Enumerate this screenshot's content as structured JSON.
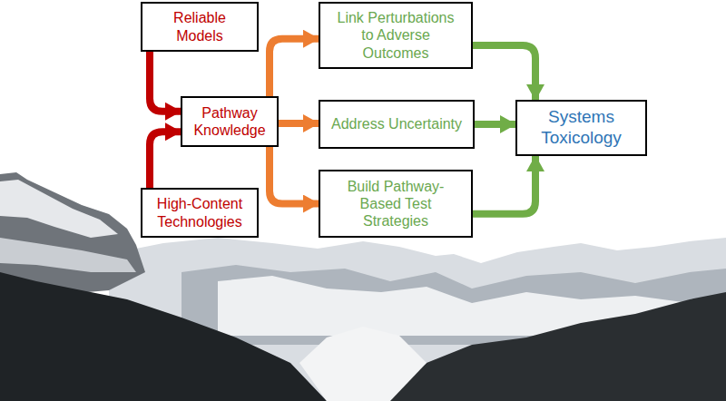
{
  "diagram": {
    "nodes": [
      {
        "text": [
          "Reliable Models"
        ]
      },
      {
        "text": [
          "Pathway Knowledge"
        ]
      },
      {
        "text": [
          "High-Content Technologies"
        ]
      },
      {
        "text": [
          "Link Perturbations to Adverse Outcomes"
        ]
      },
      {
        "text": [
          "Address Uncertainty"
        ]
      },
      {
        "text": [
          "Build Pathway-Based Test Strategies"
        ]
      },
      {
        "text": [
          "Systems Toxicology"
        ]
      }
    ],
    "edges": [
      {
        "from": 0,
        "to": 1,
        "arrow": "to"
      },
      {
        "from": 2,
        "to": 1,
        "arrow": "to"
      },
      {
        "from": 1,
        "to": 3,
        "arrow": "to"
      },
      {
        "from": 1,
        "to": 4,
        "arrow": "to"
      },
      {
        "from": 1,
        "to": 5,
        "arrow": "to"
      },
      {
        "from": 3,
        "to": 6,
        "arrow": "to"
      },
      {
        "from": 4,
        "to": 6,
        "arrow": "to"
      },
      {
        "from": 5,
        "to": 6,
        "arrow": "to"
      }
    ]
  }
}
